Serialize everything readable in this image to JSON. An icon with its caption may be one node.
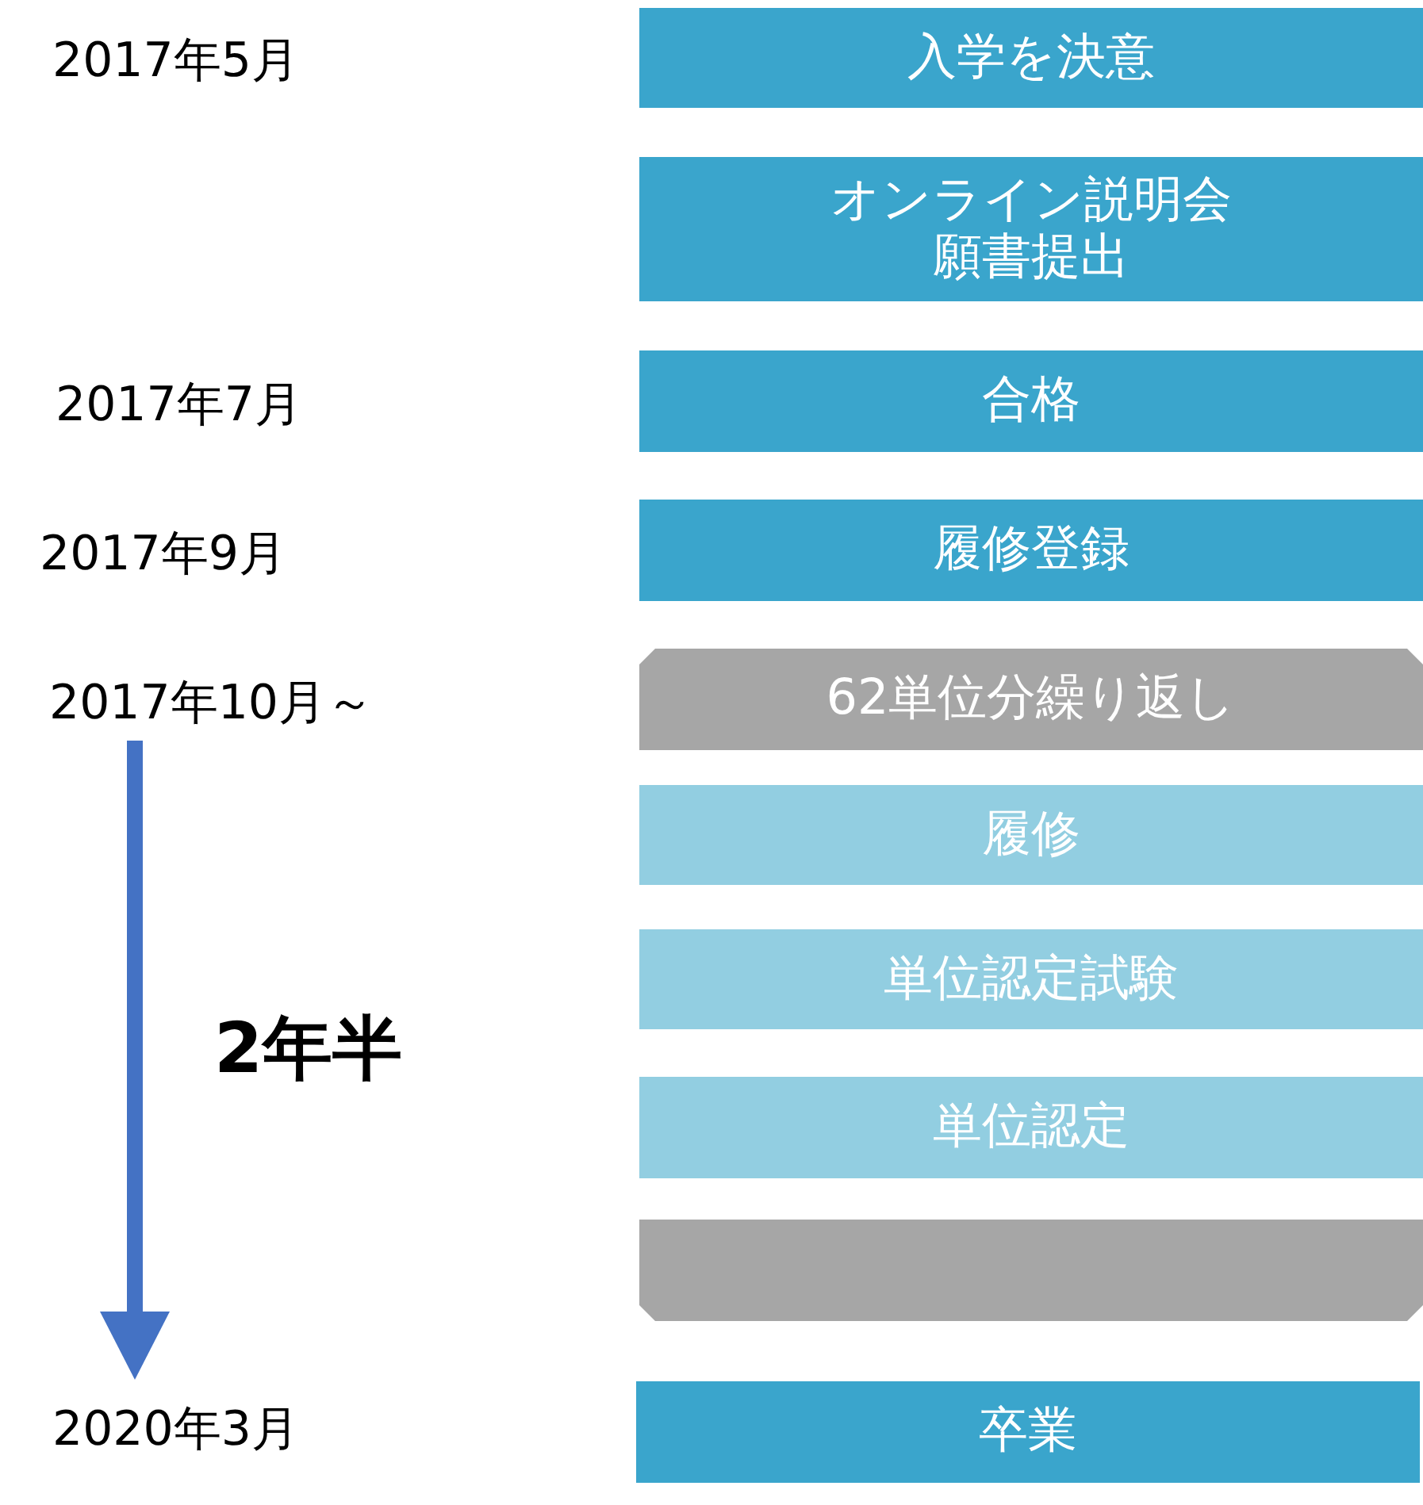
{
  "diagram": {
    "nodes": [
      {
        "text": [
          "入学を決意"
        ]
      },
      {
        "text": [
          "オンライン説明会願書提出"
        ]
      },
      {
        "text": [
          "合格"
        ]
      },
      {
        "text": [
          "履修登録"
        ]
      },
      {
        "text": [
          "62単位分繰り返し"
        ]
      },
      {
        "text": [
          "履修"
        ]
      },
      {
        "text": [
          "単位認定試験"
        ]
      },
      {
        "text": [
          "単位認定"
        ]
      },
      {
        "text": [],
        "shape": "box"
      },
      {
        "text": [
          "卒業"
        ]
      }
    ],
    "edges": [],
    "labels": [
      "2017年5月",
      "2017年7月",
      "2017年9月",
      "2017年10月～",
      "2年半",
      "2020年3月"
    ]
  }
}
